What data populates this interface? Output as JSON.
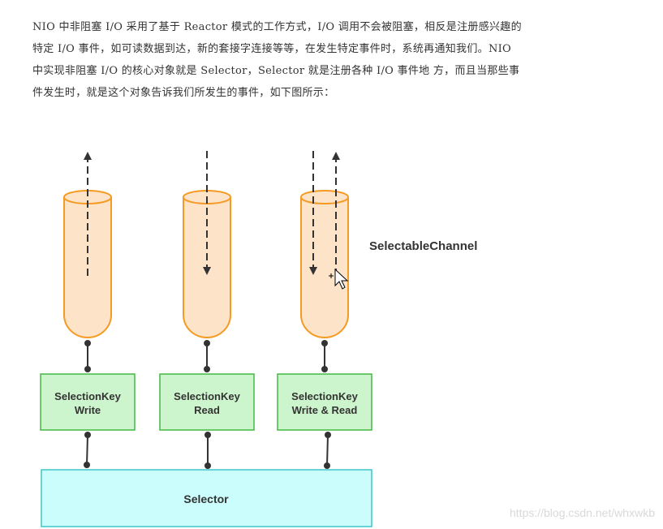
{
  "paragraph": {
    "lines": [
      "NIO 中非阻塞 I/O 采用了基于 Reactor 模式的工作方式，I/O 调用不会被阻塞，相反是注册感兴趣的",
      "特定 I/O 事件，如可读数据到达，新的套接字连接等等，在发生特定事件时，系统再通知我们。NIO",
      "中实现非阻塞 I/O 的核心对象就是 Selector，Selector 就是注册各种 I/O 事件地 方，而且当那些事",
      "件发生时，就是这个对象告诉我们所发生的事件，如下图所示："
    ]
  },
  "diagram": {
    "channel_label": "SelectableChannel",
    "channels": [
      {
        "key_line1": "SelectionKey",
        "key_line2": "Write",
        "arrows": [
          "up"
        ]
      },
      {
        "key_line1": "SelectionKey",
        "key_line2": "Read",
        "arrows": [
          "down"
        ]
      },
      {
        "key_line1": "SelectionKey",
        "key_line2": "Write & Read",
        "arrows": [
          "down",
          "up"
        ]
      }
    ],
    "selector_label": "Selector",
    "colors": {
      "channel_fill": "#fde3c8",
      "channel_stroke": "#f59a23",
      "key_fill": "#cdf5cd",
      "key_stroke": "#43b843",
      "selector_fill": "#ccfdfd",
      "selector_stroke": "#3ec5c9",
      "arrow": "#333333"
    }
  },
  "watermark": "https://blog.csdn.net/whxwkb"
}
